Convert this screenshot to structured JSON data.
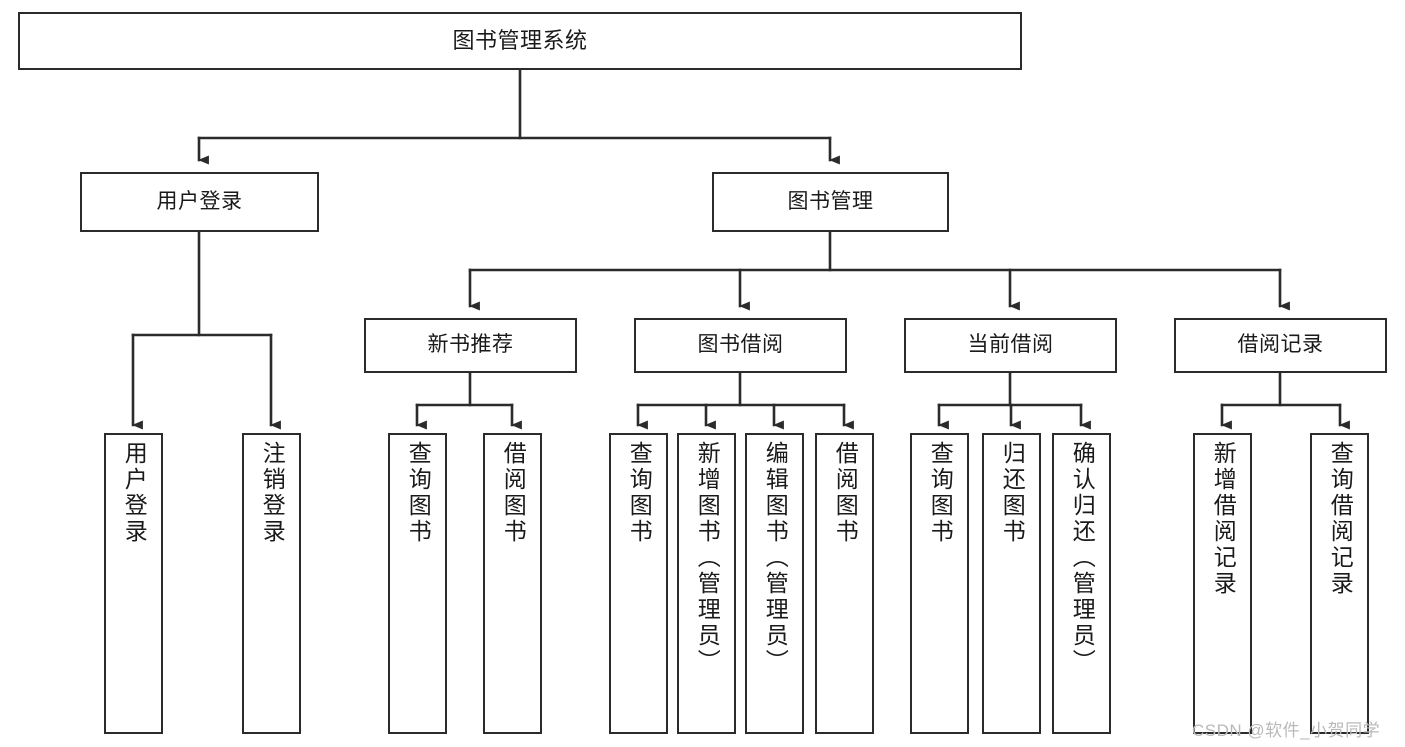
{
  "diagram": {
    "title": "图书管理系统",
    "type": "tree",
    "stroke_color": "#2b2b2b",
    "fill_color": "#ffffff",
    "text_color": "#1a1a1a",
    "watermark": "CSDN @软件_小贺同学",
    "watermark_color": "#b9b9b9"
  },
  "nodes": {
    "root": {
      "label": "图书管理系统"
    },
    "level2": [
      {
        "id": "user-login",
        "label": "用户登录"
      },
      {
        "id": "book-manage",
        "label": "图书管理"
      }
    ],
    "level3": [
      {
        "id": "new-book-recommend",
        "label": "新书推荐"
      },
      {
        "id": "book-borrow",
        "label": "图书借阅"
      },
      {
        "id": "current-borrow",
        "label": "当前借阅"
      },
      {
        "id": "borrow-record",
        "label": "借阅记录"
      }
    ],
    "leaves": [
      {
        "id": "user-login-leaf",
        "label": "用户登录",
        "parent": "user-login"
      },
      {
        "id": "user-logout-leaf",
        "label": "注销登录",
        "parent": "user-login"
      },
      {
        "id": "query-book-1",
        "label": "查询图书",
        "parent": "new-book-recommend"
      },
      {
        "id": "borrow-book-1",
        "label": "借阅图书",
        "parent": "new-book-recommend"
      },
      {
        "id": "query-book-2",
        "label": "查询图书",
        "parent": "book-borrow"
      },
      {
        "id": "add-book-admin",
        "label": "新增图书（管理员）",
        "parent": "book-borrow"
      },
      {
        "id": "edit-book-admin",
        "label": "编辑图书（管理员）",
        "parent": "book-borrow"
      },
      {
        "id": "borrow-book-2",
        "label": "借阅图书",
        "parent": "book-borrow"
      },
      {
        "id": "query-book-3",
        "label": "查询图书",
        "parent": "current-borrow"
      },
      {
        "id": "return-book",
        "label": "归还图书",
        "parent": "current-borrow"
      },
      {
        "id": "confirm-return-admin",
        "label": "确认归还（管理员）",
        "parent": "current-borrow"
      },
      {
        "id": "add-borrow-record",
        "label": "新增借阅记录",
        "parent": "borrow-record"
      },
      {
        "id": "query-borrow-record",
        "label": "查询借阅记录",
        "parent": "borrow-record"
      }
    ]
  }
}
